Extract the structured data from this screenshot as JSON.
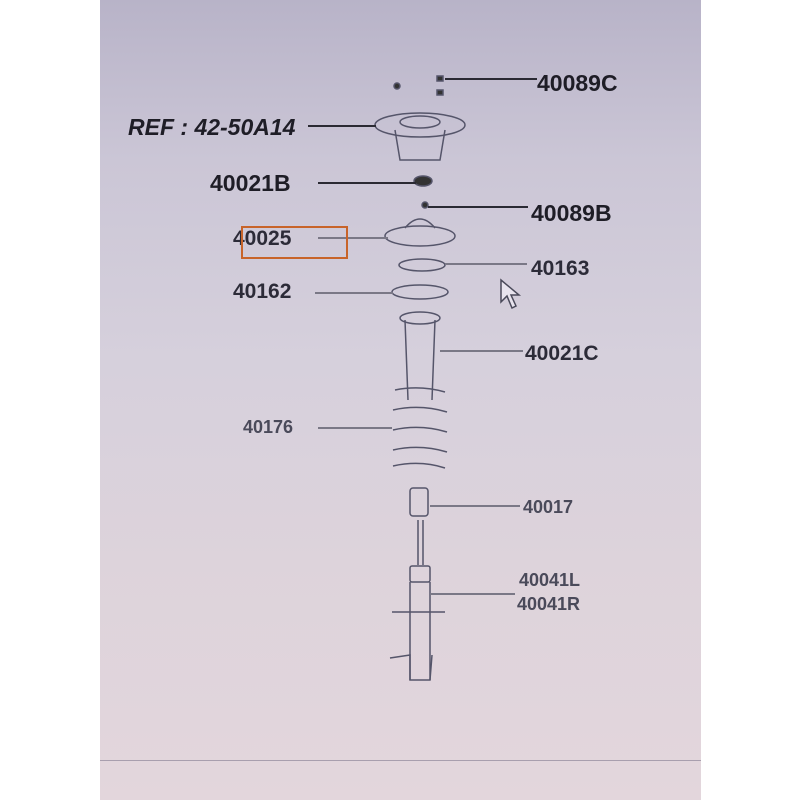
{
  "diagram": {
    "labels": {
      "p40089C": "40089C",
      "ref": "REF : 42-50A14",
      "p40021B": "40021B",
      "p40089B": "40089B",
      "p40025": "40025",
      "p40163": "40163",
      "p40162": "40162",
      "p40021C": "40021C",
      "p40176": "40176",
      "p40017": "40017",
      "p40041L": "40041L",
      "p40041R": "40041R"
    },
    "highlighted_part": "40025",
    "highlight_color": "#c8642a"
  }
}
